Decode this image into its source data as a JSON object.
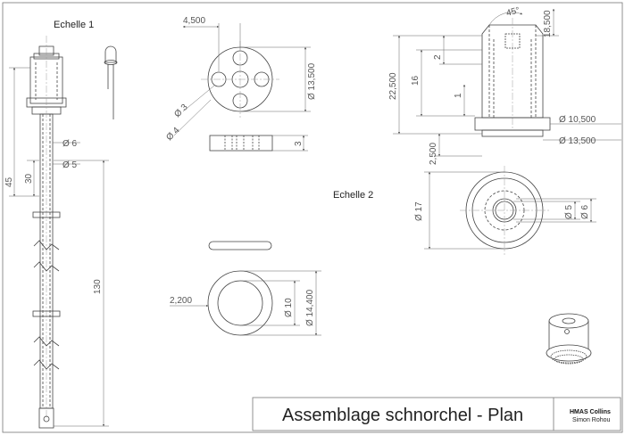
{
  "sheet": {
    "scale_labels": {
      "scale_1": "Echelle 1",
      "scale_2": "Echelle 2"
    },
    "title_block": {
      "title": "Assemblage schnorchel - Plan",
      "project": "HMAS Collins",
      "author": "Simon Rohou"
    }
  },
  "dimensions": {
    "long_view": {
      "d_tube": "Ø 6",
      "d_inner": "Ø 5",
      "len_45": "45",
      "len_30": "30",
      "len_130": "130"
    },
    "top_view": {
      "pitch": "4,500",
      "d_outer": "Ø 13,500",
      "d_small": "Ø 3",
      "d_hole": "Ø 4",
      "thickness": "3"
    },
    "washer": {
      "width": "2,200",
      "d_in": "Ø 10",
      "d_out": "Ø 14,400"
    },
    "cap_side": {
      "chamfer": "45°",
      "top": "18,500",
      "height_total": "22,500",
      "h16": "16",
      "h2": "2",
      "h1": "1",
      "base_h": "2,500",
      "d_105": "Ø 10,500",
      "d_135": "Ø 13,500"
    },
    "cap_top": {
      "d17": "Ø 17",
      "d5": "Ø 5",
      "d6": "Ø 6"
    }
  }
}
